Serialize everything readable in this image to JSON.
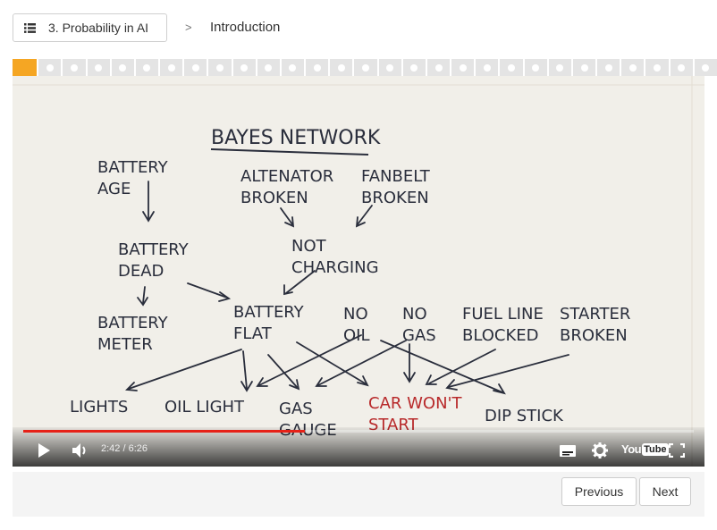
{
  "breadcrumb": {
    "lesson_label": "3. Probability in AI",
    "separator": ">",
    "current_label": "Introduction"
  },
  "progress": {
    "segments": 29,
    "active_index": 0,
    "colors": {
      "active": "#f5a623",
      "inactive": "#e4e4e4"
    }
  },
  "video": {
    "board": {
      "title": "BAYES NETWORK",
      "nodes": [
        "BATTERY AGE",
        "ALTENATOR BROKEN",
        "FANBELT BROKEN",
        "BATTERY DEAD",
        "NOT CHARGING",
        "BATTERY METER",
        "BATTERY FLAT",
        "NO OIL",
        "NO GAS",
        "FUEL LINE BLOCKED",
        "STARTER BROKEN",
        "LIGHTS",
        "OIL LIGHT",
        "GAS GAUGE",
        "CAR WON'T START",
        "DIP STICK"
      ]
    },
    "player": {
      "time": "2:42 / 6:26",
      "played_fraction": 0.42,
      "brand": "YouTube",
      "accent": "#e62117"
    }
  },
  "nav": {
    "previous_label": "Previous",
    "next_label": "Next"
  }
}
